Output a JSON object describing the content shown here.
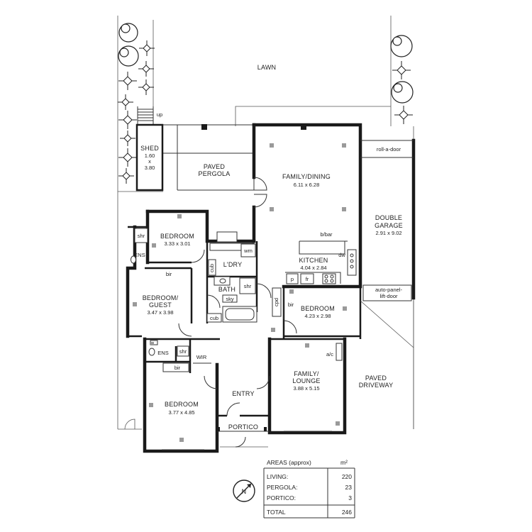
{
  "plan": {
    "lawn": "LAWN",
    "shed": {
      "name": "SHED",
      "w": "1.60",
      "x": "x",
      "h": "3.80"
    },
    "up": "up",
    "pergola": {
      "line1": "PAVED",
      "line2": "PERGOLA"
    },
    "family_dining": {
      "name": "FAMILY/DINING",
      "dims": "6.11 x 6.28"
    },
    "roll_door": "roll-a-door",
    "garage": {
      "line1": "DOUBLE",
      "line2": "GARAGE",
      "dims": "2.91 x 9.02"
    },
    "bbar": "b/bar",
    "dw": "dw",
    "kitchen": {
      "name": "KITCHEN",
      "dims": "4.04 x 2.84"
    },
    "p": "p",
    "fr": "fr",
    "auto_door": {
      "line1": "auto-panel-",
      "line2": "lift-door"
    },
    "bedroom1": {
      "name": "BEDROOM",
      "dims": "3.33 x 3.01"
    },
    "shr1": "shr",
    "ens1": "ENS",
    "bir1": "bir",
    "laundry": "L'DRY",
    "wm": "wm",
    "cub_l": "cub",
    "bath": "BATH",
    "shr_bath": "shr",
    "sky": "sky",
    "cub_b": "cub",
    "bedroom_guest": {
      "line1": "BEDROOM/",
      "line2": "GUEST",
      "dims": "3.47 x 3.98"
    },
    "cpd": "cpd",
    "bir_mid": "bir",
    "bedroom2": {
      "name": "BEDROOM",
      "dims": "4.23 x 2.98"
    },
    "ens2": "ENS",
    "shr2": "shr",
    "wir": "WIR",
    "bir2": "bir",
    "master": {
      "name": "BEDROOM",
      "dims": "3.77 x 4.85"
    },
    "entry": "ENTRY",
    "portico": "PORTICO",
    "lounge": {
      "line1": "FAMILY/",
      "line2": "LOUNGE",
      "dims": "3.88 x 5.15"
    },
    "ac": "a/c",
    "driveway": {
      "line1": "PAVED",
      "line2": "DRIVEWAY"
    }
  },
  "areas": {
    "title": "AREAS (approx)",
    "unit": "m²",
    "rows": [
      {
        "label": "LIVING:",
        "value": "220"
      },
      {
        "label": "PERGOLA:",
        "value": "23"
      },
      {
        "label": "PORTICO:",
        "value": "3"
      }
    ],
    "total_label": "TOTAL",
    "total_value": "246"
  },
  "compass": {
    "label": "N"
  }
}
